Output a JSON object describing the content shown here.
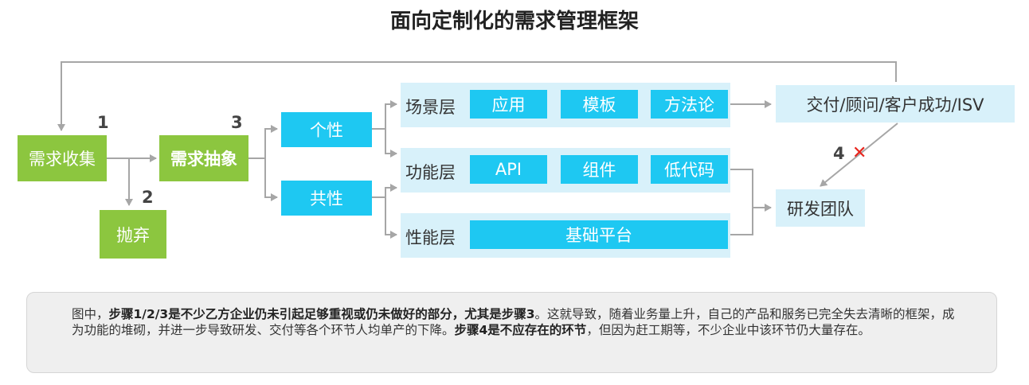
{
  "title": "面向定制化的需求管理框架",
  "nodes": {
    "collect": "需求收集",
    "abandon": "抛弃",
    "abstract": "需求抽象",
    "individual": "个性",
    "common": "共性",
    "delivery": "交付/顾问/客户成功/ISV",
    "rnd": "研发团队"
  },
  "layers": {
    "scene": {
      "label": "场景层",
      "items": [
        "应用",
        "模板",
        "方法论"
      ]
    },
    "function": {
      "label": "功能层",
      "items": [
        "API",
        "组件",
        "低代码"
      ]
    },
    "performance": {
      "label": "性能层",
      "items": [
        "基础平台"
      ]
    }
  },
  "steps": {
    "s1": "1",
    "s2": "2",
    "s3": "3",
    "s4": "4",
    "s4_mark": "✕"
  },
  "colors": {
    "green": "#8cc63f",
    "blue": "#1ec8f2",
    "pale_blue": "#d8f1fa",
    "red": "#e8241c",
    "arrow": "#a6a6a6"
  },
  "note": {
    "p1": "图中，",
    "b1": "步骤1/2/3是不少乙方企业仍未引起足够重视或仍未做好的部分，尤其是步骤3",
    "p2": "。这就导致，随着业务量上升，自己的产品和服务已完全失去清晰的框架，成为功能的堆砌，并进一步导致研发、交付等各个环节人均单产的下降。",
    "b2": "步骤4是不应存在的环节",
    "p3": "，但因为赶工期等，不少企业中该环节仍大量存在。"
  }
}
